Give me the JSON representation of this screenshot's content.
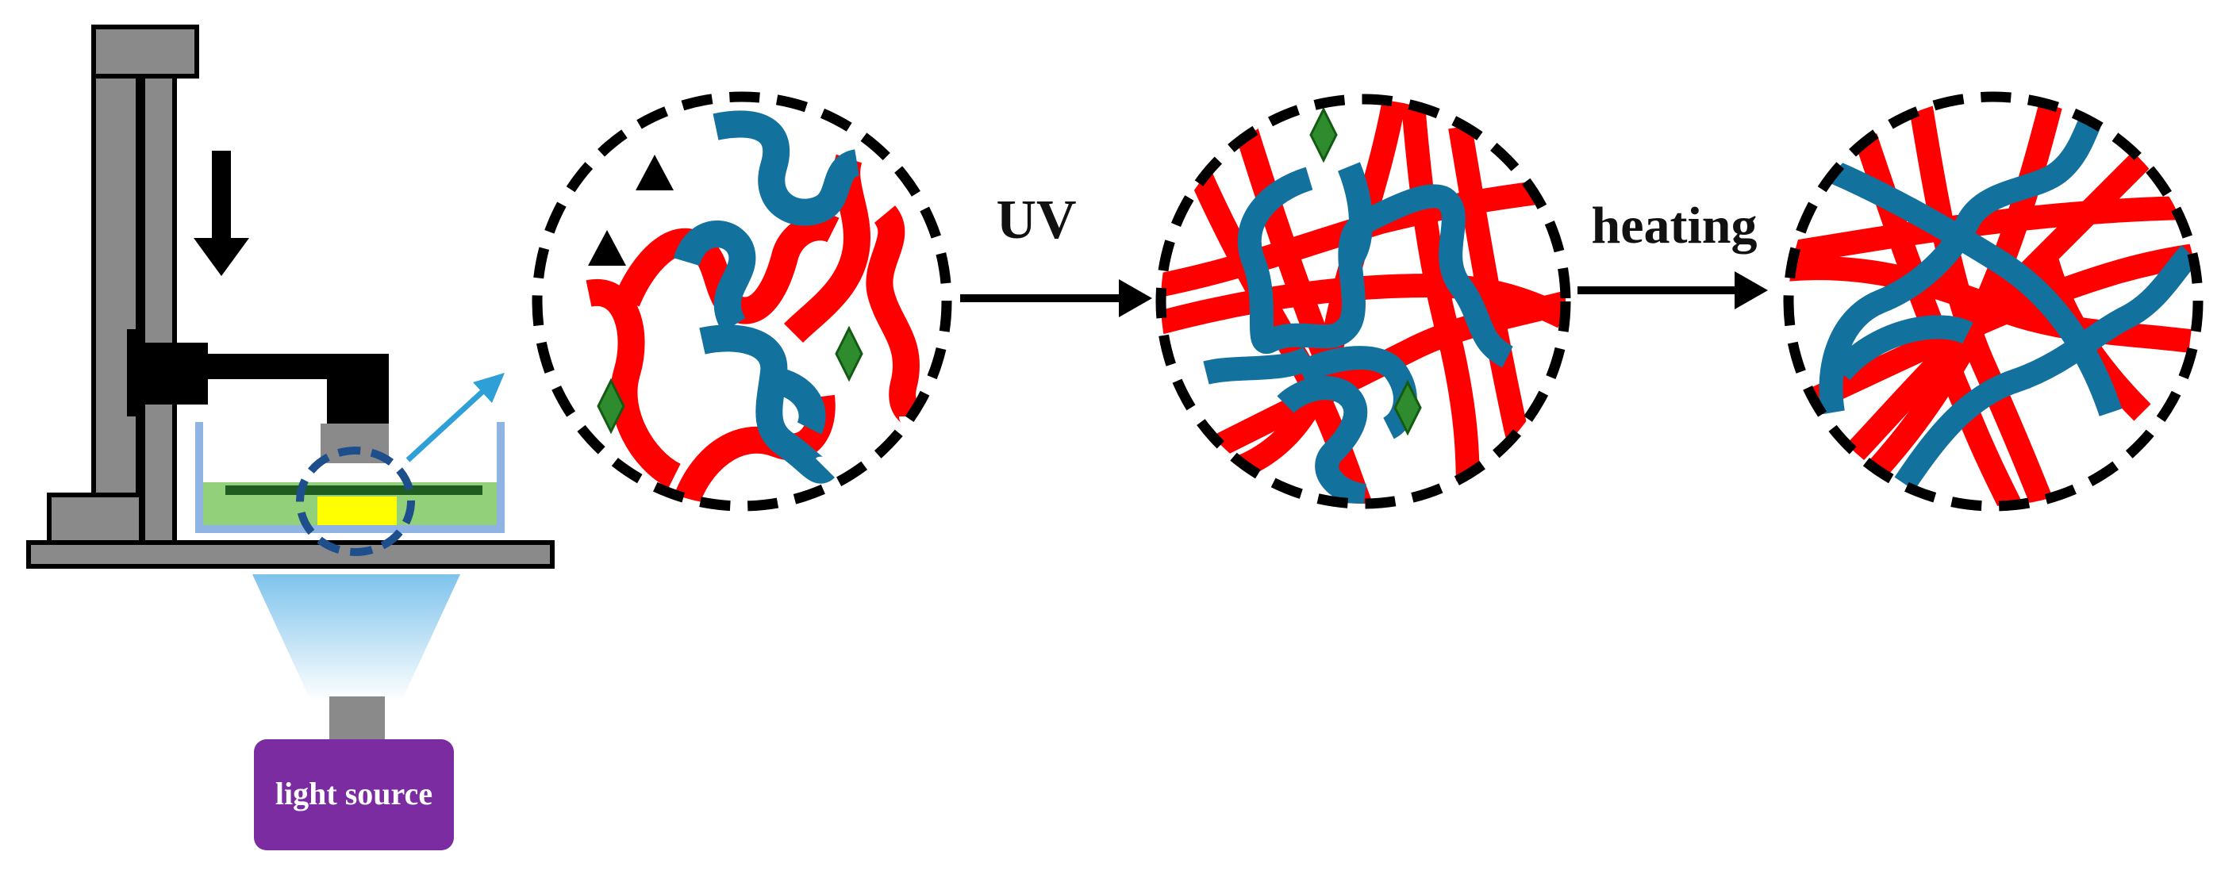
{
  "labels": {
    "uv": "UV",
    "heating": "heating",
    "light_source": "light source"
  },
  "colors": {
    "frame_fill": "#8a8a8a",
    "frame_stroke": "#000000",
    "arm": "#000000",
    "vat": "#8fb4e3",
    "resin": "#92d07a",
    "platform_bar": "#1f5c1f",
    "cured_spot": "#ffff00",
    "zoom_circle": "#1f4e8c",
    "zoom_arrow": "#2f9fd8",
    "lamp_box": "#7b2ca0",
    "beam": "#9fd3f0",
    "red_chain": "#ff0000",
    "blue_chain": "#13719e",
    "photoinitiator_marker": "#000000",
    "catalyst_marker": "#2e8b2e",
    "dashed_border": "#000000",
    "process_arrow": "#000000"
  },
  "icons": {
    "down_arrow": "arrow-down-icon",
    "photoinitiator": "triangle-icon",
    "catalyst": "diamond-icon"
  }
}
